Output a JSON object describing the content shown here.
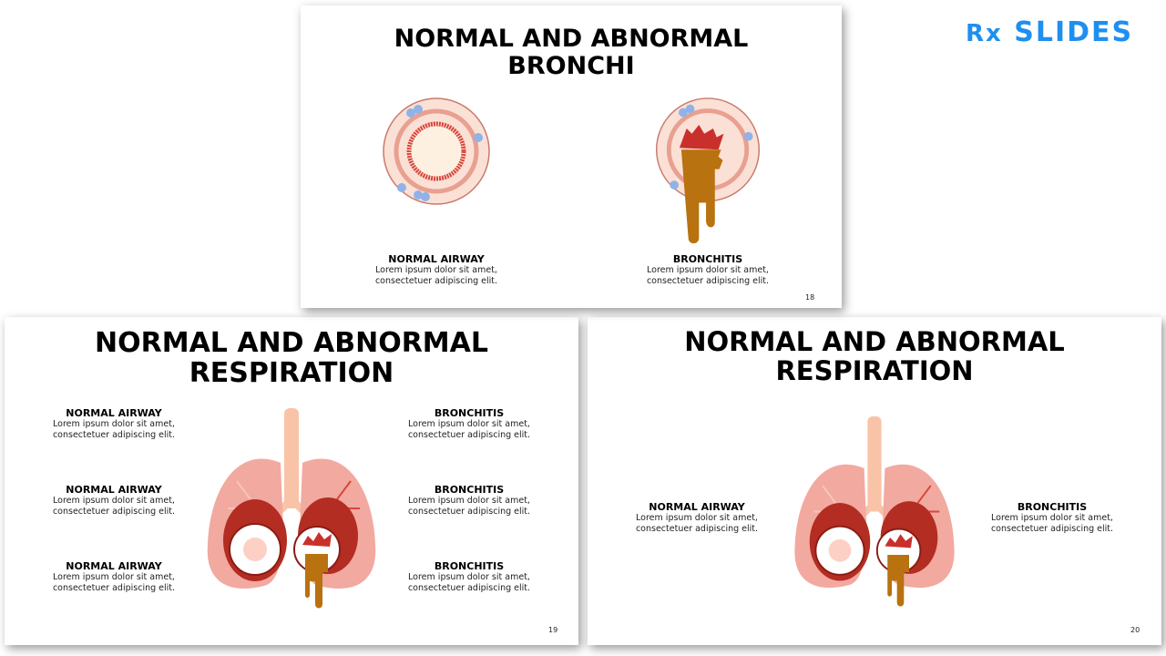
{
  "slides": [
    {
      "number": "19",
      "title": "NORMAL AND ABNORMAL RESPIRATION",
      "left_items": [
        {
          "heading": "NORMAL AIRWAY",
          "text": "Lorem ipsum dolor sit amet, consectetuer adipiscing elit."
        },
        {
          "heading": "NORMAL AIRWAY",
          "text": "Lorem ipsum dolor sit amet, consectetuer adipiscing elit."
        },
        {
          "heading": "NORMAL AIRWAY",
          "text": "Lorem ipsum dolor sit amet, consectetuer adipiscing elit."
        }
      ],
      "right_items": [
        {
          "heading": "BRONCHITIS",
          "text": "Lorem ipsum dolor sit amet, consectetuer adipiscing elit."
        },
        {
          "heading": "BRONCHITIS",
          "text": "Lorem ipsum dolor sit amet, consectetuer adipiscing elit."
        },
        {
          "heading": "BRONCHITIS",
          "text": "Lorem ipsum dolor sit amet, consectetuer adipiscing elit."
        }
      ]
    },
    {
      "number": "20",
      "title": "NORMAL AND ABNORMAL RESPIRATION",
      "left_item": {
        "heading": "NORMAL AIRWAY",
        "text": "Lorem ipsum dolor sit amet, consectetuer adipiscing elit."
      },
      "right_item": {
        "heading": "BRONCHITIS",
        "text": "Lorem ipsum dolor sit amet, consectetuer adipiscing elit."
      }
    },
    {
      "number": "18",
      "title": "NORMAL AND ABNORMAL BRONCHI",
      "left_item": {
        "heading": "NORMAL AIRWAY",
        "text": "Lorem ipsum dolor sit amet, consectetuer adipiscing elit."
      },
      "right_item": {
        "heading": "BRONCHITIS",
        "text": "Lorem ipsum dolor sit amet, consectetuer adipiscing elit."
      }
    }
  ],
  "logo": {
    "rx": "Rx",
    "text": "SLIDES"
  },
  "colors": {
    "brand": "#1e8ff0",
    "lung": "#f2a9a0",
    "mucus": "#b8720f",
    "inflamed": "#c9302c"
  }
}
